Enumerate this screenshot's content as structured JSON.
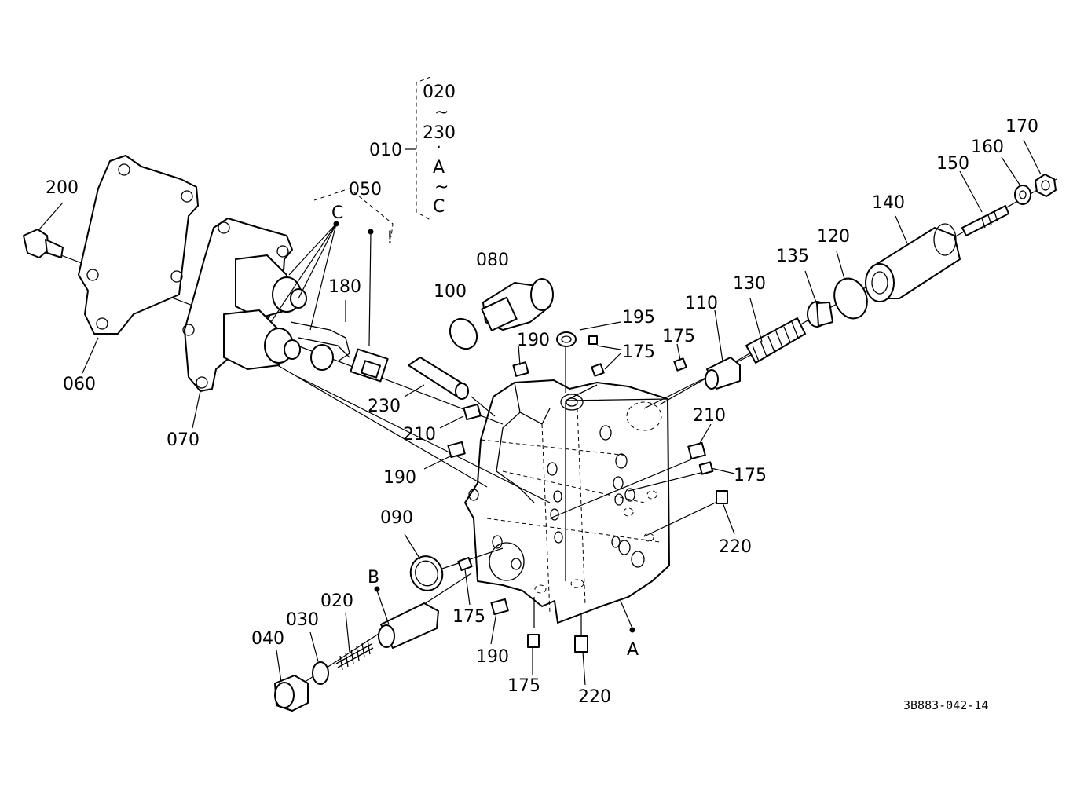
{
  "labels": {
    "p010": "010",
    "kit_020": "020",
    "kit_tilde1": "~",
    "kit_230": "230",
    "kit_dot": "·",
    "kit_A": "A",
    "kit_tilde2": "~",
    "kit_C": "C",
    "p020": "020",
    "p030": "030",
    "p040": "040",
    "p050": "050",
    "p060": "060",
    "p070": "070",
    "p080": "080",
    "p090": "090",
    "p100": "100",
    "p110": "110",
    "p120": "120",
    "p130": "130",
    "p135": "135",
    "p140": "140",
    "p150": "150",
    "p160": "160",
    "p170": "170",
    "p175a": "175",
    "p175b": "175",
    "p175c": "175",
    "p175d": "175",
    "p175e": "175",
    "p180": "180",
    "p190a": "190",
    "p190b": "190",
    "p190c": "190",
    "p195": "195",
    "p200": "200",
    "p210a": "210",
    "p210b": "210",
    "p220a": "220",
    "p220b": "220",
    "p230": "230",
    "ref_A": "A",
    "ref_B": "B",
    "ref_C": "C",
    "ref_excl": "!",
    "drawing_code": "3B883-042-14"
  }
}
